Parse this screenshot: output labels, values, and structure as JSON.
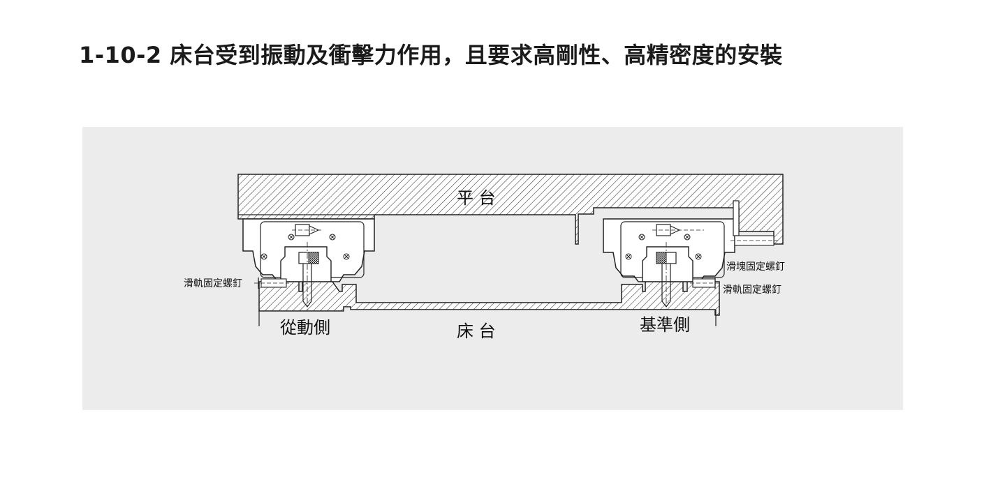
{
  "title": "1-10-2 床台受到振動及衝擊力作用，且要求高剛性、高精密度的安裝",
  "diagram": {
    "labels": {
      "table": "平 台",
      "bed": "床 台",
      "driven_side": "從動側",
      "reference_side": "基準側",
      "rail_screw_left": "滑軌固定螺釘",
      "block_screw": "滑塊固定螺釘",
      "rail_screw_right": "滑軌固定螺釘"
    }
  }
}
